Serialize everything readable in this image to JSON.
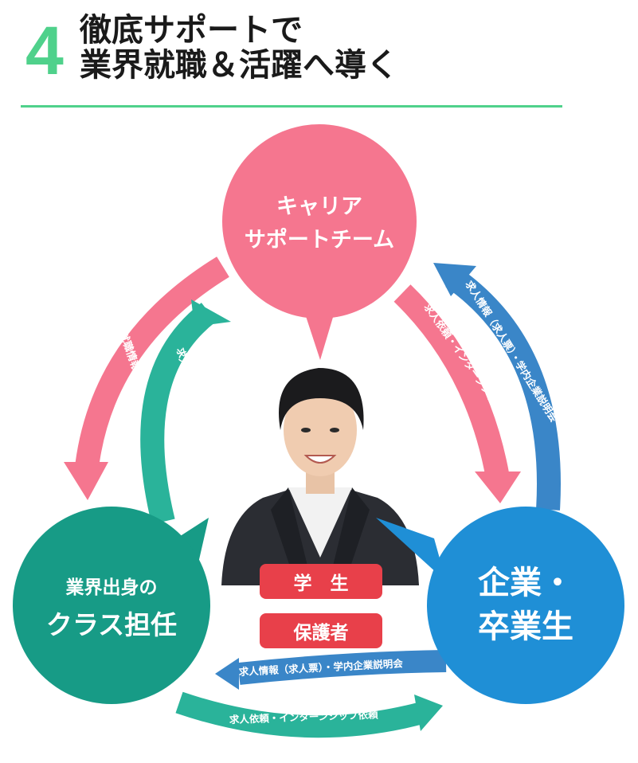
{
  "heading": {
    "number": "4",
    "line1": "徹底サポートで",
    "line2": "業界就職＆活躍へ導く"
  },
  "nodes": {
    "career": {
      "line1": "キャリア",
      "line2": "サポートチーム",
      "color": "#f5768f"
    },
    "teacher": {
      "line1": "業界出身の",
      "line2": "クラス担任",
      "color": "#179b86"
    },
    "company": {
      "line1": "企業・",
      "line2": "卒業生",
      "color": "#1f8fd6"
    }
  },
  "center": {
    "badge_student": "学　生",
    "badge_guardian": "保護者",
    "badge_color": "#e8404a"
  },
  "arrows": {
    "career_to_teacher": "就職情報",
    "teacher_to_career": "求人情報・学生活動情報",
    "career_to_company": "求人依頼・インターンシップ依頼",
    "company_to_career": "求人情報（求人票）・学内企業説明会",
    "company_to_teacher": "求人情報（求人票）・学内企業説明会",
    "teacher_to_company": "求人依頼・インターンシップ依頼"
  },
  "colors": {
    "accent_green": "#4fd18b",
    "pink_arrow": "#f5768f",
    "teal_arrow": "#2ab39a",
    "blue_arrow": "#3a86c8"
  }
}
